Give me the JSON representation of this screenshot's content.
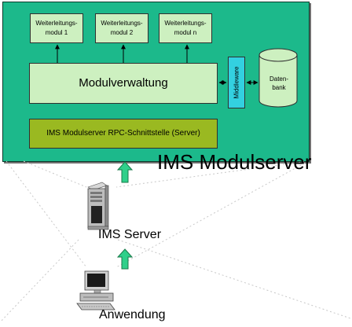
{
  "modules": [
    {
      "line1": "Weiterleitungs-",
      "line2": "modul 1"
    },
    {
      "line1": "Weiterleitungs-",
      "line2": "modul 2"
    },
    {
      "line1": "Weiterleitungs-",
      "line2": "modul n"
    }
  ],
  "modulverwaltung": "Modulverwaltung",
  "rpc_interface": "IMS Modulserver RPC-Schnittstelle (Server)",
  "middleware": "Middleware",
  "database": {
    "line1": "Daten-",
    "line2": "bank"
  },
  "title": "IMS Modulserver",
  "ims_server": "IMS Server",
  "anwendung": "Anwendung",
  "colors": {
    "panel": "#1cb98b",
    "box_light": "#cdf0c0",
    "rpc": "#9ab921",
    "middleware": "#33d0e0",
    "database": "#cdf0c0",
    "arrow_big": "#2fd08a"
  },
  "icons": [
    "server-tower-icon",
    "desktop-computer-icon",
    "database-cylinder-icon"
  ]
}
